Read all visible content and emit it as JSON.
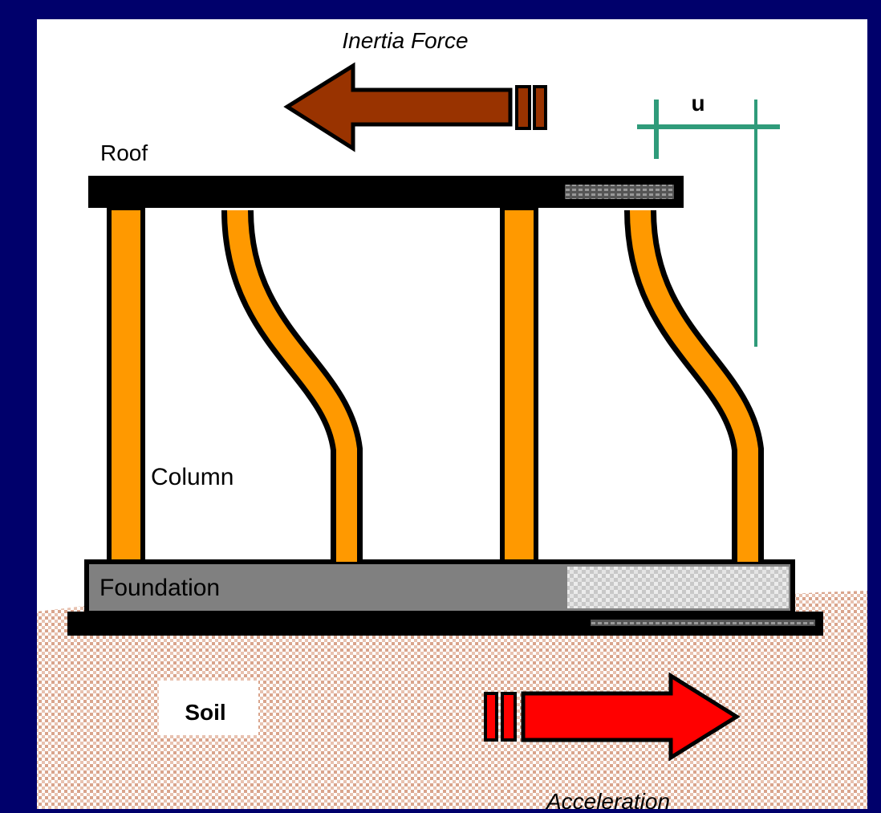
{
  "labels": {
    "inertia_force": "Inertia Force",
    "u": "u",
    "roof": "Roof",
    "column": "Column",
    "foundation": "Foundation",
    "soil": "Soil",
    "acceleration": "Acceleration"
  },
  "colors": {
    "background": "#00006b",
    "panel": "#ffffff",
    "column": "#ff9900",
    "outline": "#000000",
    "roof": "#000000",
    "foundation": "#808080",
    "soil": "#d9a48c",
    "inertia_arrow": "#993300",
    "acceleration_arrow": "#ff0000",
    "displacement_marker": "#2f9b7a"
  },
  "icons": {
    "inertia_arrow": "left-arrow",
    "acceleration_arrow": "right-arrow"
  }
}
